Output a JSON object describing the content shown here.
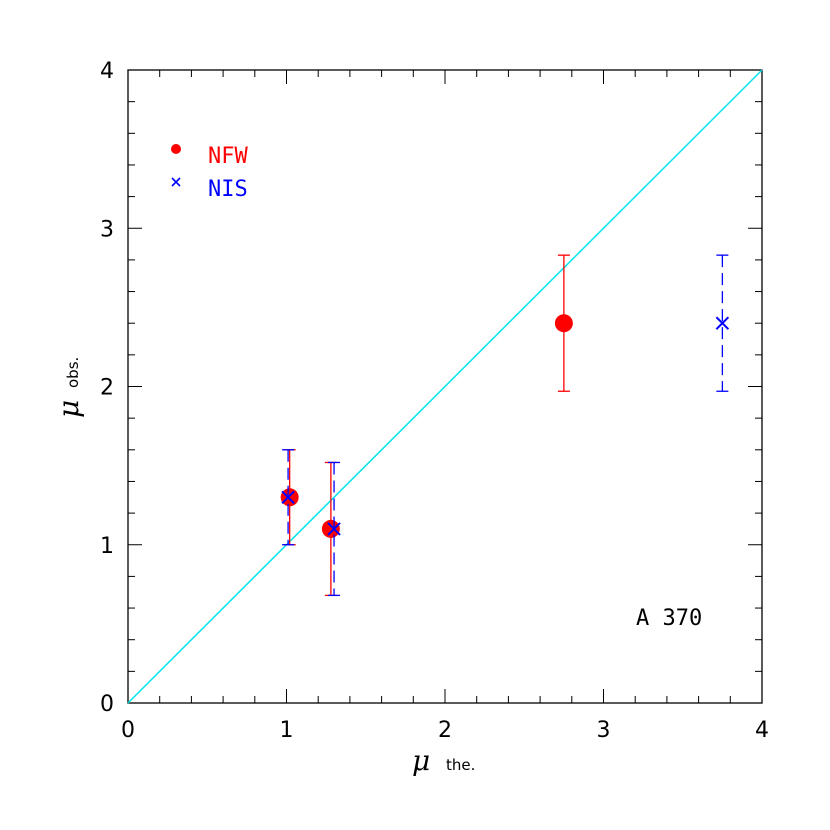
{
  "chart_data": {
    "type": "scatter",
    "xlabel": "μ",
    "xlabel_sub": "the.",
    "ylabel": "μ",
    "ylabel_sub": "obs.",
    "xlim": [
      0,
      4
    ],
    "ylim": [
      0,
      4
    ],
    "x_ticks": [
      0,
      1,
      2,
      3,
      4
    ],
    "y_ticks": [
      0,
      1,
      2,
      3,
      4
    ],
    "annotation": "A 370",
    "reference_line": {
      "from": [
        0,
        0
      ],
      "to": [
        4,
        4
      ],
      "color": "#00e5ee"
    },
    "legend_position": "top-left",
    "series": [
      {
        "name": "NFW",
        "color": "#ff0000",
        "marker": "filled-circle",
        "errorbar_style": "solid",
        "points": [
          {
            "x": 1.02,
            "y": 1.3,
            "ylo": 1.0,
            "yhi": 1.6
          },
          {
            "x": 1.28,
            "y": 1.1,
            "ylo": 0.68,
            "yhi": 1.52
          },
          {
            "x": 2.75,
            "y": 2.4,
            "ylo": 1.97,
            "yhi": 2.83
          }
        ]
      },
      {
        "name": "NIS",
        "color": "#0000ff",
        "marker": "cross",
        "errorbar_style": "dashed",
        "points": [
          {
            "x": 1.01,
            "y": 1.3,
            "ylo": 1.0,
            "yhi": 1.6
          },
          {
            "x": 1.3,
            "y": 1.1,
            "ylo": 0.68,
            "yhi": 1.52
          },
          {
            "x": 3.75,
            "y": 2.4,
            "ylo": 1.97,
            "yhi": 2.83
          }
        ]
      }
    ]
  }
}
